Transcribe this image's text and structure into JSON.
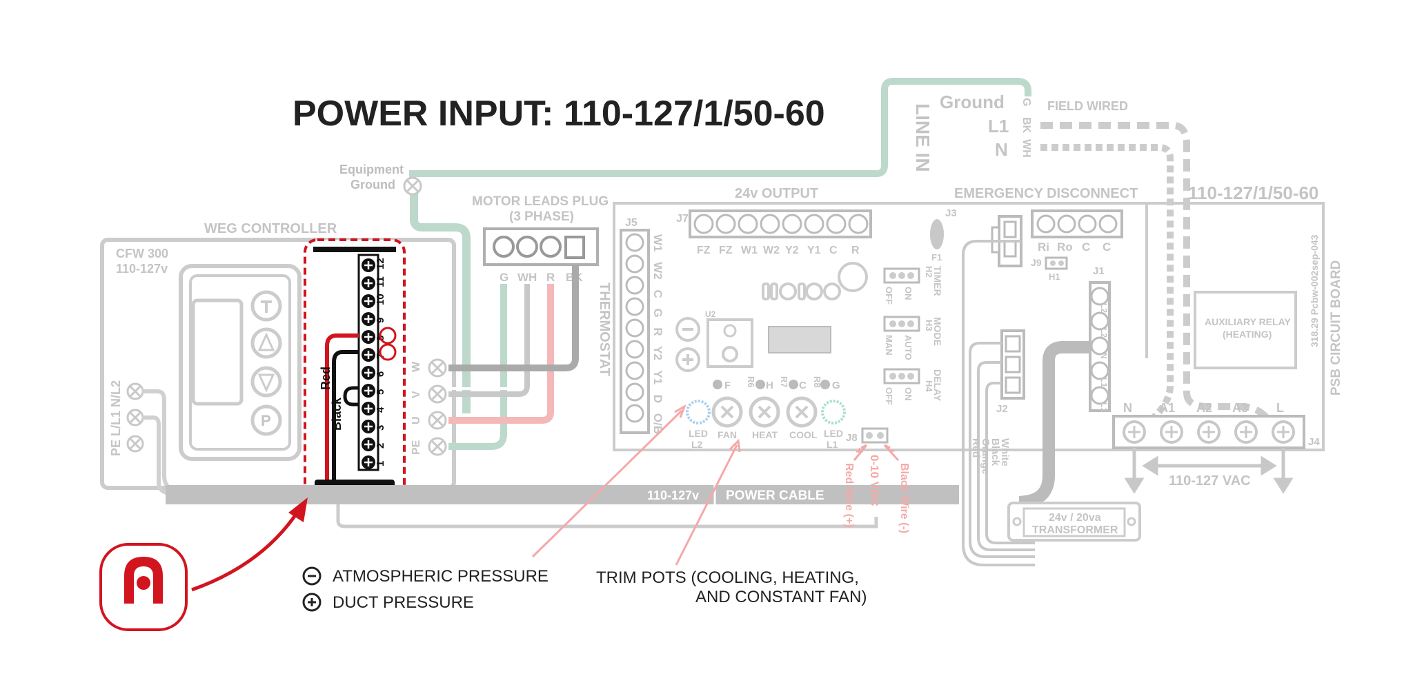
{
  "title": "POWER INPUT: 110-127/1/50-60",
  "line_in": {
    "label": "LINE IN",
    "ground": "Ground",
    "l1": "L1",
    "n": "N",
    "g_term": "G",
    "bk_term": "BK",
    "wh_term": "WH",
    "field_wired": "FIELD WIRED"
  },
  "equipment_ground": [
    "Equipment",
    "Ground"
  ],
  "weg": {
    "controller_label": "WEG CONTROLLER",
    "model": "CFW 300",
    "voltage": "110-127v",
    "left_terms": "PE L/L1 N/L2",
    "right_terms": [
      "W",
      "V",
      "U",
      "PE"
    ],
    "keypad_p": "P"
  },
  "terminal_strip": {
    "numbers": [
      "12",
      "11",
      "10",
      "9",
      "8",
      "7",
      "6",
      "5",
      "4",
      "3",
      "2",
      "1"
    ],
    "red_wire": "Red",
    "black_wire": "Black"
  },
  "motor_plug": {
    "label": [
      "MOTOR LEADS PLUG",
      "(3 PHASE)"
    ],
    "pins": [
      "G",
      "WH",
      "R",
      "BK"
    ]
  },
  "board": {
    "output_24v": "24v OUTPUT",
    "emergency_disconnect": "EMERGENCY DISCONNECT",
    "voltage_label": "110-127/1/50-60",
    "j7": "J7",
    "j7_pins": [
      "FZ",
      "FZ",
      "W1",
      "W2",
      "Y2",
      "Y1",
      "C",
      "R"
    ],
    "j5": "J5",
    "j5_pins": "W1 W2 C G R Y2 Y1 D O/B",
    "thermostat": "THERMOSTAT",
    "u2": "U2",
    "rs": [
      "R6",
      "R7",
      "R8"
    ],
    "dots": [
      "F",
      "H",
      "C",
      "G"
    ],
    "pots": [
      "LED",
      "FAN",
      "HEAT",
      "COOL",
      "LED"
    ],
    "pot_sub": [
      "L2",
      "L1"
    ],
    "j3": "J3",
    "f1": "F1",
    "h_labels": [
      {
        "h": "H2",
        "top": "ON",
        "bottom": "OFF",
        "name": "TIMER"
      },
      {
        "h": "H3",
        "top": "AUTO",
        "bottom": "MAN",
        "name": "MODE"
      },
      {
        "h": "H4",
        "top": "ON",
        "bottom": "OFF",
        "name": "DELAY"
      }
    ],
    "j8": "J8",
    "j8_plus": "+",
    "j8_minus": "-",
    "vdc": "0-10 VDC",
    "red_wire_plus": "Red Wire (+)",
    "black_wire_minus": "Black Wire (-)",
    "ri_pins": [
      "Ri",
      "Ro",
      "C",
      "C"
    ],
    "j9": "J9",
    "h1": "H1",
    "j1": "J1",
    "j1_pins": [
      "L2",
      "L2",
      "N",
      "L1",
      "L1"
    ],
    "j2": "J2",
    "j2_wires": [
      "White",
      "Black",
      "Orange",
      "Red"
    ],
    "aux_relay": [
      "AUXILIARY RELAY",
      "(HEATING)"
    ],
    "psb": "PSB CIRCUIT BOARD",
    "part_no": "318.29 Pcbw-002sep-043",
    "j4": "J4",
    "j4_pins": [
      "N",
      "A1",
      "A2",
      "A3",
      "L"
    ],
    "vac": "110-127 VAC",
    "transformer": [
      "24v / 20va",
      "TRANSFORMER"
    ]
  },
  "power_cable": {
    "voltage": "110-127v",
    "label": "POWER CABLE"
  },
  "legend": {
    "minus": "ATMOSPHERIC PRESSURE",
    "plus": "DUCT PRESSURE",
    "trim_pots": [
      "TRIM POTS (COOLING, HEATING,",
      "AND CONSTANT FAN)"
    ]
  },
  "colors": {
    "gray": "#c8c8c8",
    "red": "#d2141e",
    "pink": "#f4a8a8",
    "green": "#bcd9cc",
    "black": "#111111"
  }
}
